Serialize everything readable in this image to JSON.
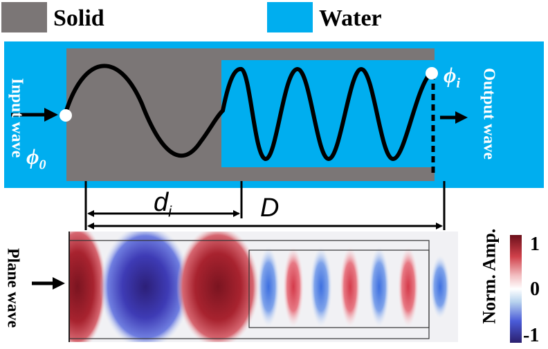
{
  "legend": {
    "solid_label": "Solid",
    "water_label": "Water",
    "solid_color": "#7b7676",
    "water_color": "#00aeef"
  },
  "top_panel": {
    "input_label": "Input wave",
    "output_label": "Output wave",
    "phi_0_base": "ϕ",
    "phi_0_sub": "0",
    "phi_i_base": "ϕ",
    "phi_i_sub": "i"
  },
  "dimensions": {
    "d_i_base": "d",
    "d_i_sub": "i",
    "D_label": "D"
  },
  "bottom_panel": {
    "plane_wave_label": "Plane wave",
    "colorbar_title": "Norm. Amp.",
    "colorbar_max": "1",
    "colorbar_mid": "0",
    "colorbar_min": "-1",
    "colormap": [
      "#6b0f1a",
      "#d0404a",
      "#f3c0c3",
      "#ffffff",
      "#b8d3ee",
      "#4a5bd8",
      "#2b1f6e"
    ]
  }
}
